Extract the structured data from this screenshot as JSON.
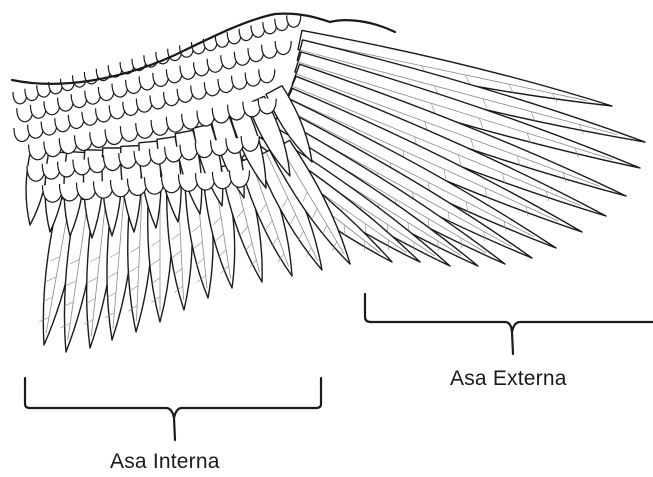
{
  "diagram": {
    "subject": "bird-wing-illustration",
    "labels": {
      "inner_wing": "Asa Interna",
      "outer_wing": "Asa Externa"
    },
    "colors": {
      "line": "#1b1b1b",
      "fill": "#ffffff",
      "shading": "#8a8a8a",
      "text": "#1a1a1a"
    }
  }
}
